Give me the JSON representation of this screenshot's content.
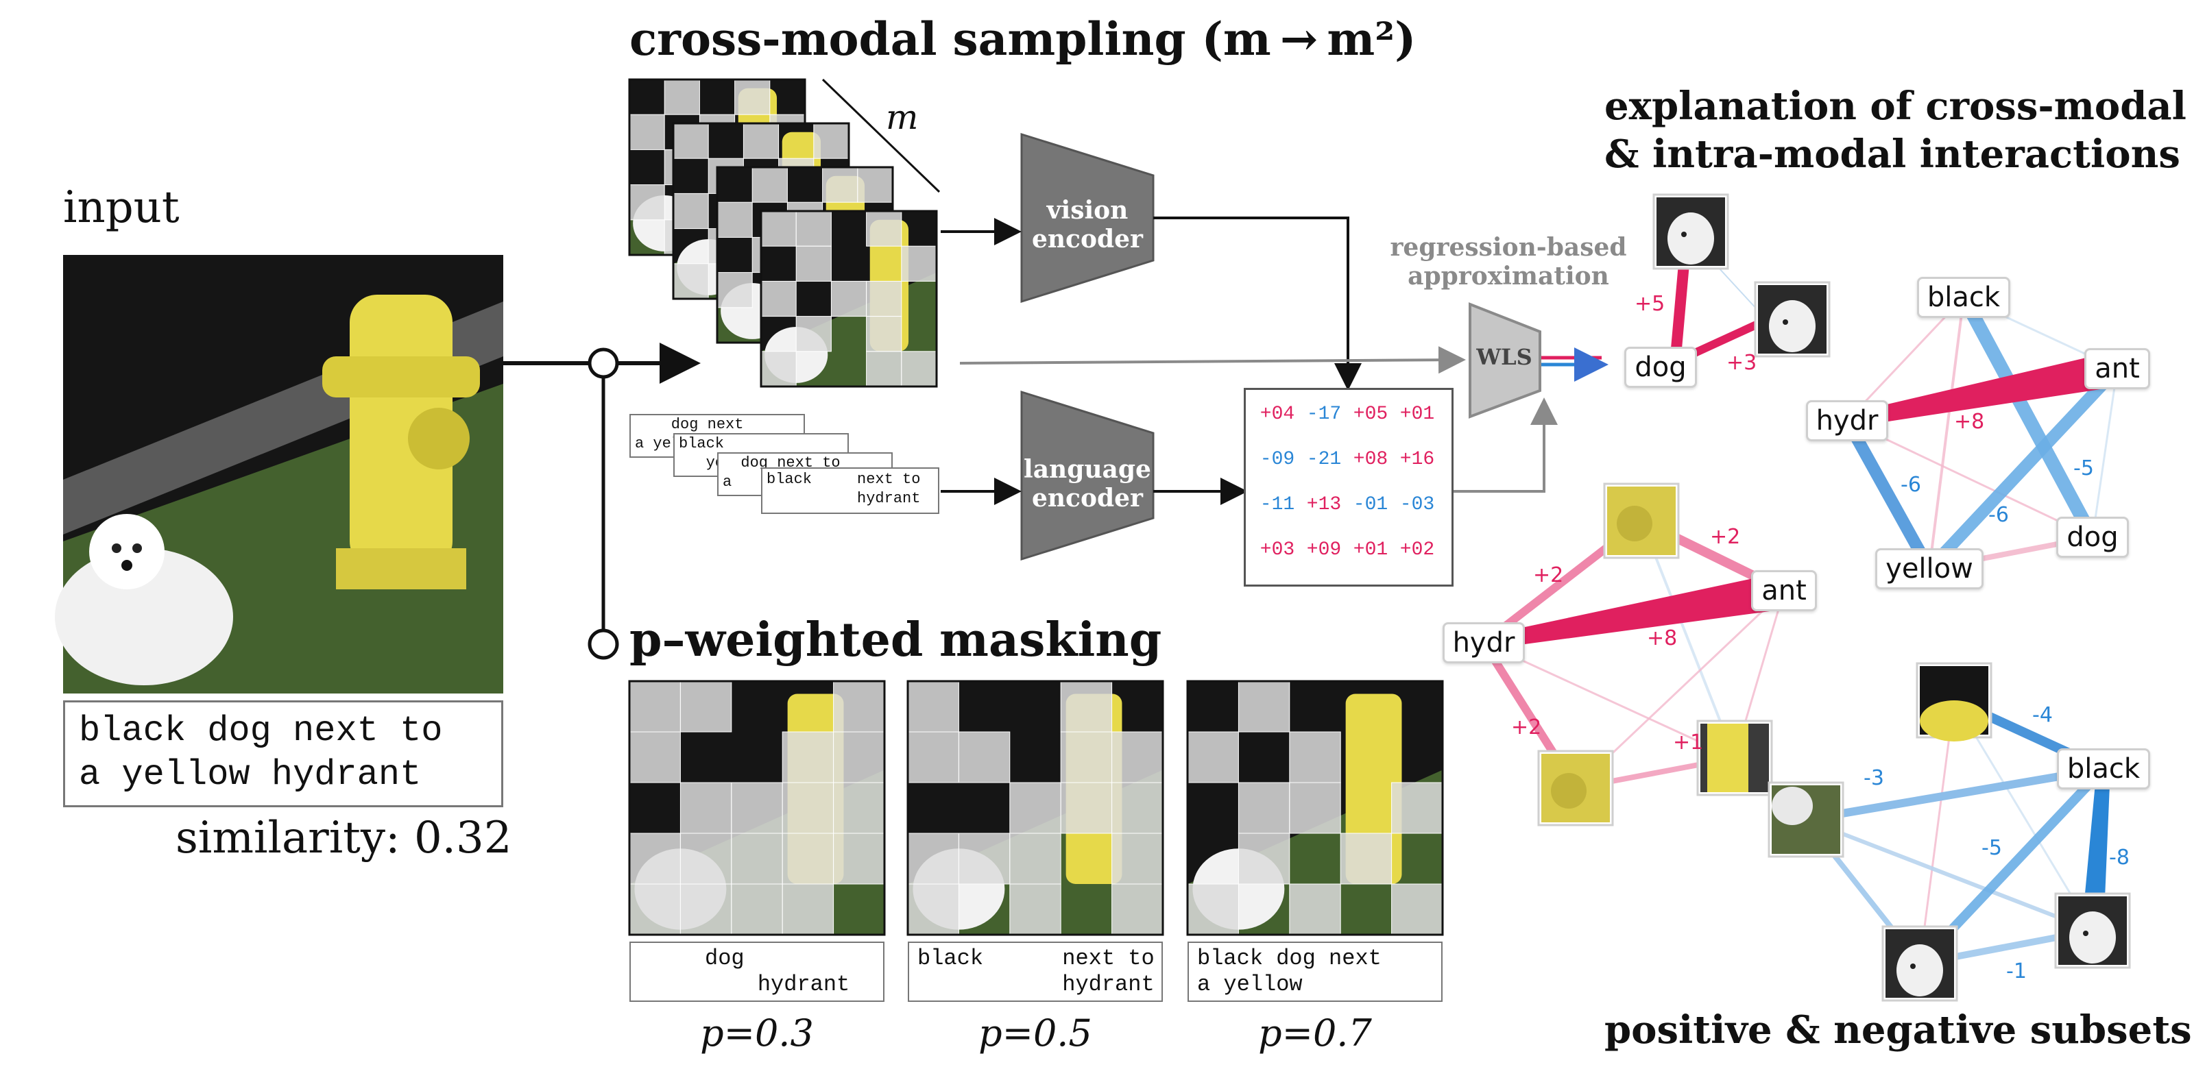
{
  "input": {
    "heading": "input",
    "caption_lines": [
      "black dog next to",
      "a yellow hydrant"
    ],
    "similarity": "similarity: 0.32"
  },
  "sampling": {
    "title": "cross-modal sampling (m → m²)",
    "m_label": "m",
    "vision_encoder": [
      "vision",
      "encoder"
    ],
    "language_encoder": [
      "language",
      "encoder"
    ],
    "text_stack": [
      [
        "    dog next",
        "a yellow"
      ],
      [
        "black",
        "   ye"
      ],
      [
        "  dog next to",
        "a"
      ],
      [
        "black     next to",
        "          hydrant"
      ]
    ]
  },
  "matrix": {
    "rows": [
      [
        "+04",
        "-17",
        "+05",
        "+01"
      ],
      [
        "-09",
        "-21",
        "+08",
        "+16"
      ],
      [
        "-11",
        "+13",
        "-01",
        "-03"
      ],
      [
        "+03",
        "+09",
        "+01",
        "+02"
      ]
    ],
    "pos_color": "#e0205f",
    "neg_color": "#2a86d6"
  },
  "regression": {
    "label_lines": [
      "regression-based",
      "approximation"
    ],
    "wls": "WLS"
  },
  "masking": {
    "title": "p–weighted masking",
    "panels": [
      {
        "lines": [
          "     dog",
          "         hydrant"
        ],
        "p": "p=0.3"
      },
      {
        "lines": [
          "black      next to",
          "           hydrant"
        ],
        "p": "p=0.5"
      },
      {
        "lines": [
          "black dog next",
          "a yellow"
        ],
        "p": "p=0.7"
      }
    ]
  },
  "explanation": {
    "title_lines": [
      "explanation of cross-modal",
      "& intra-modal interactions"
    ],
    "bottom_title": "positive & negative subsets",
    "graph_a": {
      "nodes": [
        "dog"
      ],
      "weights": [
        "+5",
        "+3"
      ]
    },
    "graph_b": {
      "nodes": [
        "black",
        "ant",
        "hydr",
        "yellow",
        "dog"
      ],
      "weights": [
        "+8",
        "-6",
        "-6",
        "-5"
      ]
    },
    "graph_c": {
      "nodes": [
        "hydr",
        "ant"
      ],
      "weights": [
        "+2",
        "+2",
        "+8",
        "+2",
        "+1"
      ]
    },
    "graph_d": {
      "nodes": [
        "black"
      ],
      "weights": [
        "-4",
        "-3",
        "-5",
        "-8",
        "-1"
      ]
    }
  }
}
